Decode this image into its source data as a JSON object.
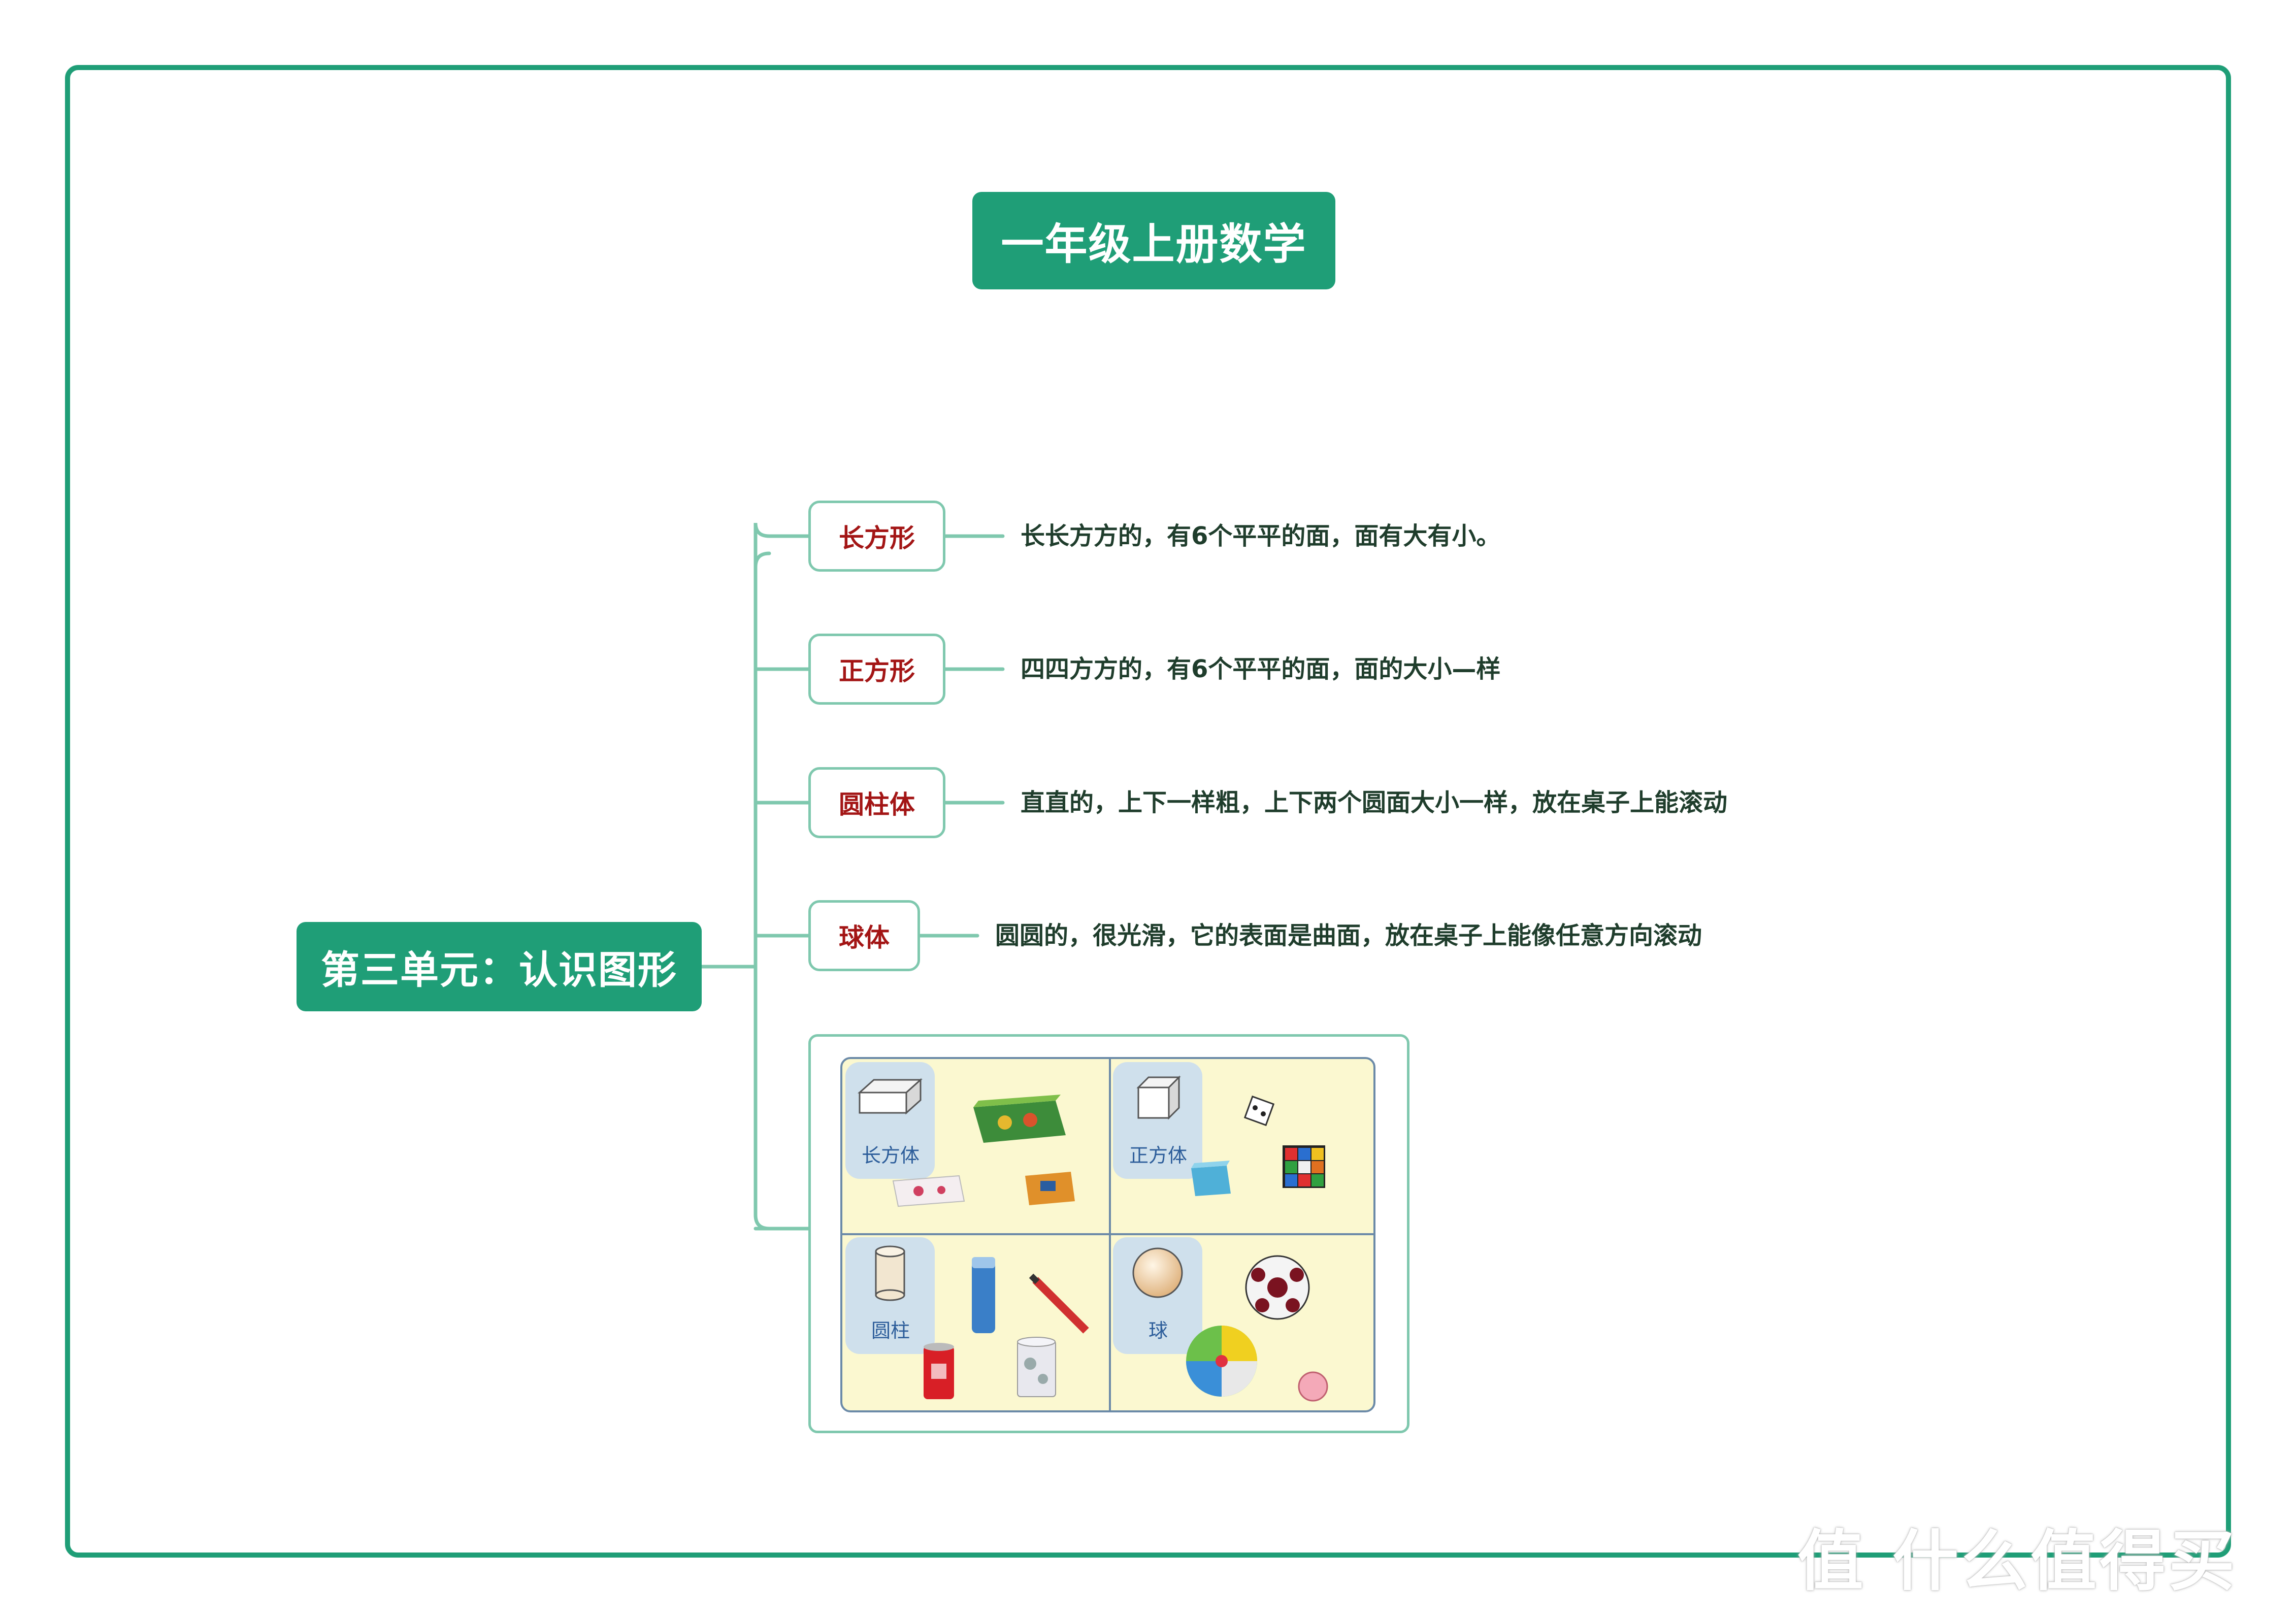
{
  "title": "一年级上册数学",
  "root": "第三单元：认识图形",
  "branches": [
    {
      "label": "长方形",
      "desc": "长长方方的，有6个平平的面，面有大有小。"
    },
    {
      "label": "正方形",
      "desc": "四四方方的，有6个平平的面，面的大小—样"
    },
    {
      "label": "圆柱体",
      "desc": "直直的，上下一样粗，上下两个圆面大小一样，放在桌子上能滚动"
    },
    {
      "label": "球体",
      "desc": "圆圆的，很光滑，它的表面是曲面，放在桌子上能像任意方向滚动"
    }
  ],
  "image_panel": {
    "quadrants": [
      "长方体",
      "正方体",
      "圆柱",
      "球"
    ]
  },
  "watermark": "值 什么值得买",
  "colors": {
    "accent": "#1f9e77",
    "branch_line": "#7fc8ae",
    "label_text": "#a31515",
    "desc_text": "#1f3d2c"
  }
}
